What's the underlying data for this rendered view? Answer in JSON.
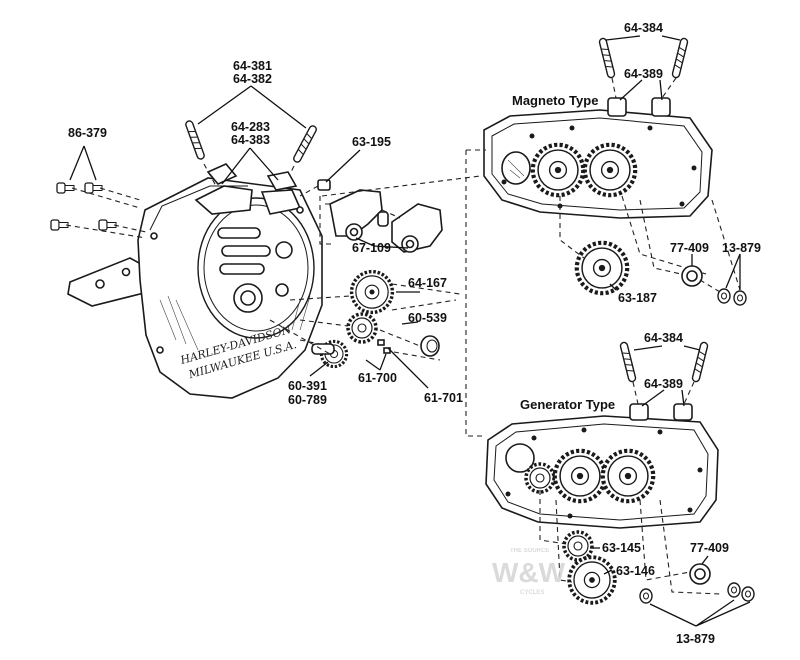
{
  "labels": {
    "p1": "64-381",
    "p2": "64-382",
    "p3": "64-283",
    "p4": "64-383",
    "p5": "86-379",
    "p6": "63-195",
    "p7": "67-109",
    "p8": "64-167",
    "p9": "60-539",
    "p10": "61-700",
    "p11": "60-391",
    "p12": "60-789",
    "p13": "61-701",
    "p14": "64-384",
    "p15": "64-389",
    "p16": "77-409",
    "p17": "13-879",
    "p18": "63-187",
    "p19": "64-384",
    "p20": "64-389",
    "p21": "63-145",
    "p22": "63-146",
    "p23": "77-409",
    "p24": "13-879"
  },
  "sections": {
    "magneto": "Magneto Type",
    "generator": "Generator Type"
  },
  "case_lettering": {
    "line1": "HARLEY-DAVIDSON",
    "line2": "MILWAUKEE U.S.A."
  },
  "watermark": {
    "top": "THE SOURCE",
    "main": "W&W",
    "sub": "CYCLES"
  },
  "colors": {
    "ink": "#1a1a1a",
    "paper": "#ffffff",
    "watermark": "#d4d4d4"
  }
}
